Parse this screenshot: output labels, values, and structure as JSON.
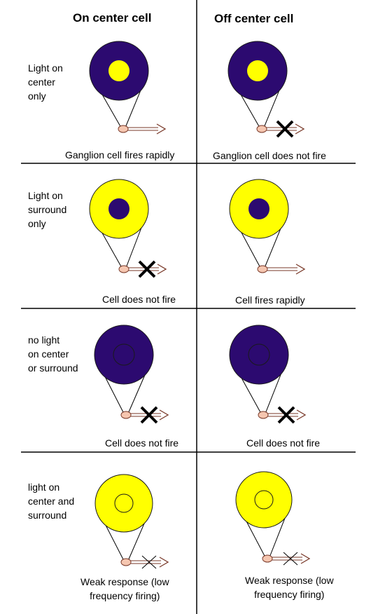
{
  "headers": {
    "on_center": "On center cell",
    "off_center": "Off center cell"
  },
  "colors": {
    "dark": "#2c0a70",
    "light": "#ffff00",
    "neuron": "#f5c6b0",
    "line": "#000000"
  },
  "rows": [
    {
      "condition": "Light on\ncenter\nonly",
      "on": {
        "caption": "Ganglion cell fires rapidly",
        "outer": "dark",
        "center": "light",
        "center_ring": false,
        "response": "fire"
      },
      "off": {
        "caption": "Ganglion cell does not fire",
        "outer": "dark",
        "center": "light",
        "center_ring": false,
        "response": "none"
      }
    },
    {
      "condition": "Light on\nsurround\nonly",
      "on": {
        "caption": "Cell does not fire",
        "outer": "light",
        "center": "dark",
        "center_ring": false,
        "response": "none"
      },
      "off": {
        "caption": "Cell fires rapidly",
        "outer": "light",
        "center": "dark",
        "center_ring": false,
        "response": "fire"
      }
    },
    {
      "condition": "no light\non center\nor surround",
      "on": {
        "caption": "Cell does not fire",
        "outer": "dark",
        "center": "dark",
        "center_ring": true,
        "response": "none"
      },
      "off": {
        "caption": "Cell does not fire",
        "outer": "dark",
        "center": "dark",
        "center_ring": true,
        "response": "none"
      }
    },
    {
      "condition": "light on\ncenter and\nsurround",
      "on": {
        "caption": "Weak response (low\nfrequency firing)",
        "outer": "light",
        "center": "light",
        "center_ring": true,
        "response": "weak"
      },
      "off": {
        "caption": "Weak response (low\nfrequency firing)",
        "outer": "light",
        "center": "light",
        "center_ring": true,
        "response": "weak"
      }
    }
  ]
}
